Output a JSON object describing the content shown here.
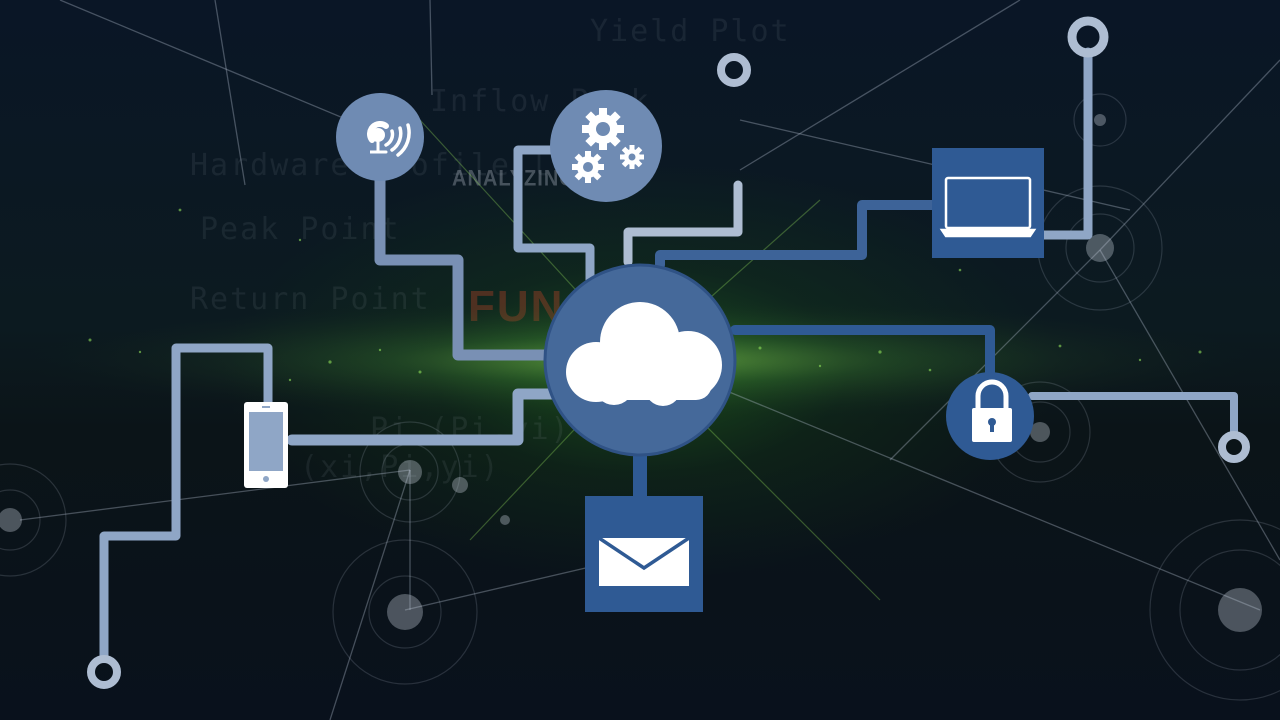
{
  "scene": {
    "background_text_lines": [
      "Yield Plot",
      "Inflow Peak",
      "Hardware Profile   lt",
      "Peak Point",
      "Return Point",
      "Pi (Pi,yi)",
      "(xi,Pi,yi)"
    ],
    "analyzing_label": "ANALYZING...",
    "overlay_fragment": "FUN",
    "hub_label": "cloud",
    "nodes": [
      {
        "name": "satellite-dish",
        "icon": "satellite-dish-icon"
      },
      {
        "name": "settings",
        "icon": "gears-icon"
      },
      {
        "name": "laptop",
        "icon": "laptop-icon"
      },
      {
        "name": "smartphone",
        "icon": "smartphone-icon"
      },
      {
        "name": "email",
        "icon": "envelope-icon"
      },
      {
        "name": "security",
        "icon": "padlock-icon"
      }
    ],
    "colors": {
      "wire": "#8fa6c6",
      "wire_dark": "#3d6398",
      "node_light": "#6f8bb3",
      "node_dark": "#2f5a94",
      "icon": "#ffffff",
      "glow": "#7fd04a"
    }
  }
}
